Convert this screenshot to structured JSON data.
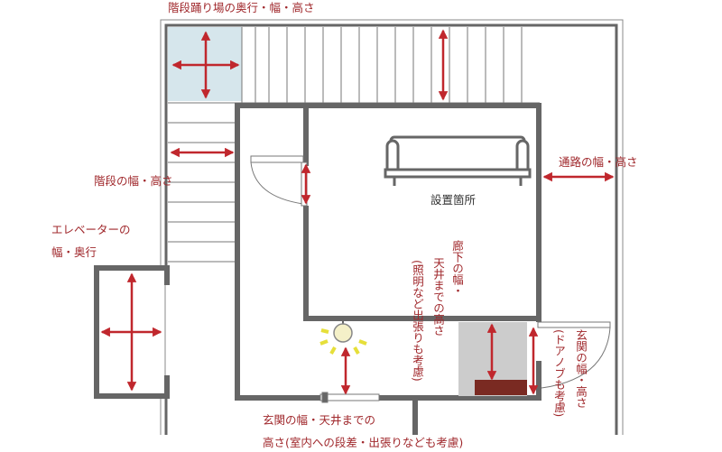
{
  "labels": {
    "landing": "階段踊り場の奥行・幅・高さ",
    "stairs": "階段の幅・高さ",
    "elevator_line1": "エレベーターの",
    "elevator_line2": "幅・奥行",
    "install_location": "設置箇所",
    "passage": "通路の幅・高さ",
    "corridor_col1": "廊下の幅・",
    "corridor_col2": "天井までの高さ",
    "corridor_col3": "(照明など出張りも考慮)",
    "entrance_side_col1": "玄関の幅・高さ",
    "entrance_side_col2": "(ドアノブも考慮)",
    "entrance_bottom_line1": "玄関の幅・天井までの",
    "entrance_bottom_line2": "高さ(室内への段差・出張りなども考慮)"
  },
  "colors": {
    "wall": "#666666",
    "arrow": "#c0272d",
    "text_dark": "#333333",
    "text_accent": "#a0282c",
    "elevator_fill": "#d6e6ec",
    "step_fill": "#cccccc",
    "shoe_box": "#7a2a22",
    "light_glow": "#e6df3a"
  }
}
